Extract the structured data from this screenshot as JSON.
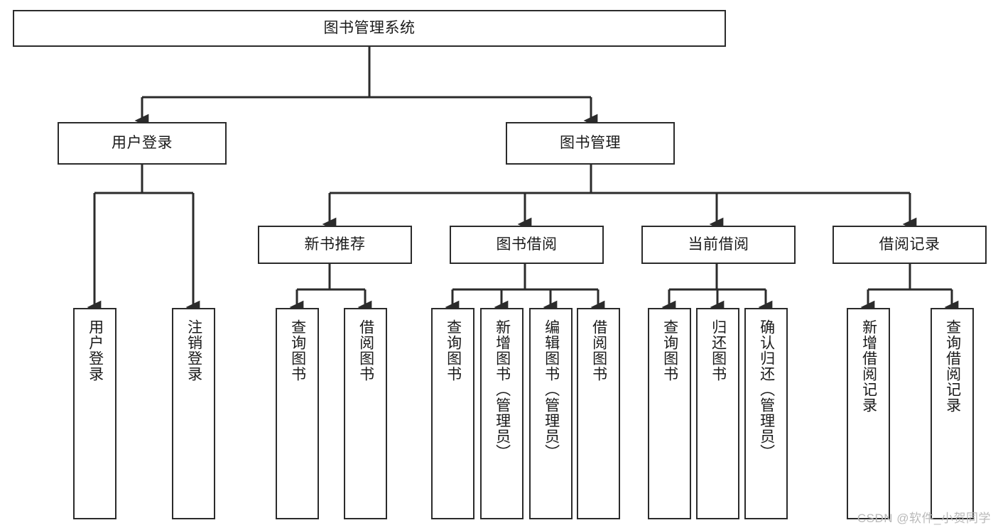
{
  "diagram": {
    "title": "图书管理系统",
    "type": "tree",
    "orientation": "top-down",
    "colors": {
      "stroke": "#2b2b2b",
      "fill": "#ffffff",
      "text": "#1a1a1a",
      "watermark": "#b9b9b9"
    },
    "watermark": "CSDN @软件_小贺同学",
    "root": {
      "id": "root",
      "label": "图书管理系统"
    },
    "level1": [
      {
        "id": "user-login",
        "label": "用户登录"
      },
      {
        "id": "book-manage",
        "label": "图书管理"
      }
    ],
    "level2": [
      {
        "id": "new-book-recommend",
        "label": "新书推荐",
        "parent": "book-manage"
      },
      {
        "id": "book-borrow",
        "label": "图书借阅",
        "parent": "book-manage"
      },
      {
        "id": "current-borrow",
        "label": "当前借阅",
        "parent": "book-manage"
      },
      {
        "id": "borrow-record",
        "label": "借阅记录",
        "parent": "book-manage"
      }
    ],
    "leaves": [
      {
        "id": "leaf-user-login",
        "label": "用户登录",
        "parent": "user-login"
      },
      {
        "id": "leaf-logout-login",
        "label": "注销登录",
        "parent": "user-login"
      },
      {
        "id": "leaf-query-book-1",
        "label": "查询图书",
        "parent": "new-book-recommend"
      },
      {
        "id": "leaf-borrow-book-1",
        "label": "借阅图书",
        "parent": "new-book-recommend"
      },
      {
        "id": "leaf-query-book-2",
        "label": "查询图书",
        "parent": "book-borrow"
      },
      {
        "id": "leaf-add-book",
        "label": "新增图书（管理员）",
        "parent": "book-borrow"
      },
      {
        "id": "leaf-edit-book",
        "label": "编辑图书（管理员）",
        "parent": "book-borrow"
      },
      {
        "id": "leaf-borrow-book-2",
        "label": "借阅图书",
        "parent": "book-borrow"
      },
      {
        "id": "leaf-query-book-3",
        "label": "查询图书",
        "parent": "current-borrow"
      },
      {
        "id": "leaf-return-book",
        "label": "归还图书",
        "parent": "current-borrow"
      },
      {
        "id": "leaf-confirm-return",
        "label": "确认归还（管理员）",
        "parent": "current-borrow"
      },
      {
        "id": "leaf-add-record",
        "label": "新增借阅记录",
        "parent": "borrow-record"
      },
      {
        "id": "leaf-query-record",
        "label": "查询借阅记录",
        "parent": "borrow-record"
      }
    ]
  }
}
